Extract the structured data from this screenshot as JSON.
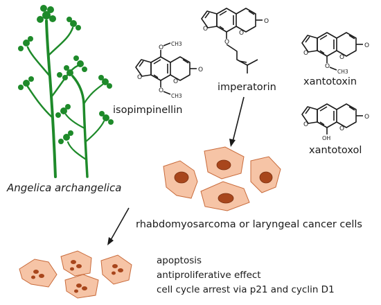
{
  "plant": {
    "name": "Angelica archangelica",
    "color": "#1e8a2a"
  },
  "compounds": [
    {
      "id": "isopimpinellin",
      "label": "isopimpinellin",
      "substituent_top": "O",
      "substituent_top_group": "CH3",
      "substituent_bottom": "O",
      "substituent_bottom_group": "CH3"
    },
    {
      "id": "imperatorin",
      "label": "imperatorin",
      "substituent_bottom": "O"
    },
    {
      "id": "xantotoxin",
      "label": "xantotoxin",
      "substituent_bottom": "O",
      "substituent_bottom_group": "CH3"
    },
    {
      "id": "xantotoxol",
      "label": "xantotoxol",
      "substituent_bottom": "OH"
    }
  ],
  "ring_atoms": {
    "oxygen": "O",
    "carbonyl_oxygen": "O"
  },
  "target_cells": {
    "label": "rhabdomyosarcoma or laryngeal cancer cells",
    "cell_fill": "#f6c4a6",
    "nucleus_fill": "#a8461c"
  },
  "effects": [
    "apoptosis",
    "antiproliferative effect",
    "cell cycle arrest via p21 and cyclin D1"
  ]
}
